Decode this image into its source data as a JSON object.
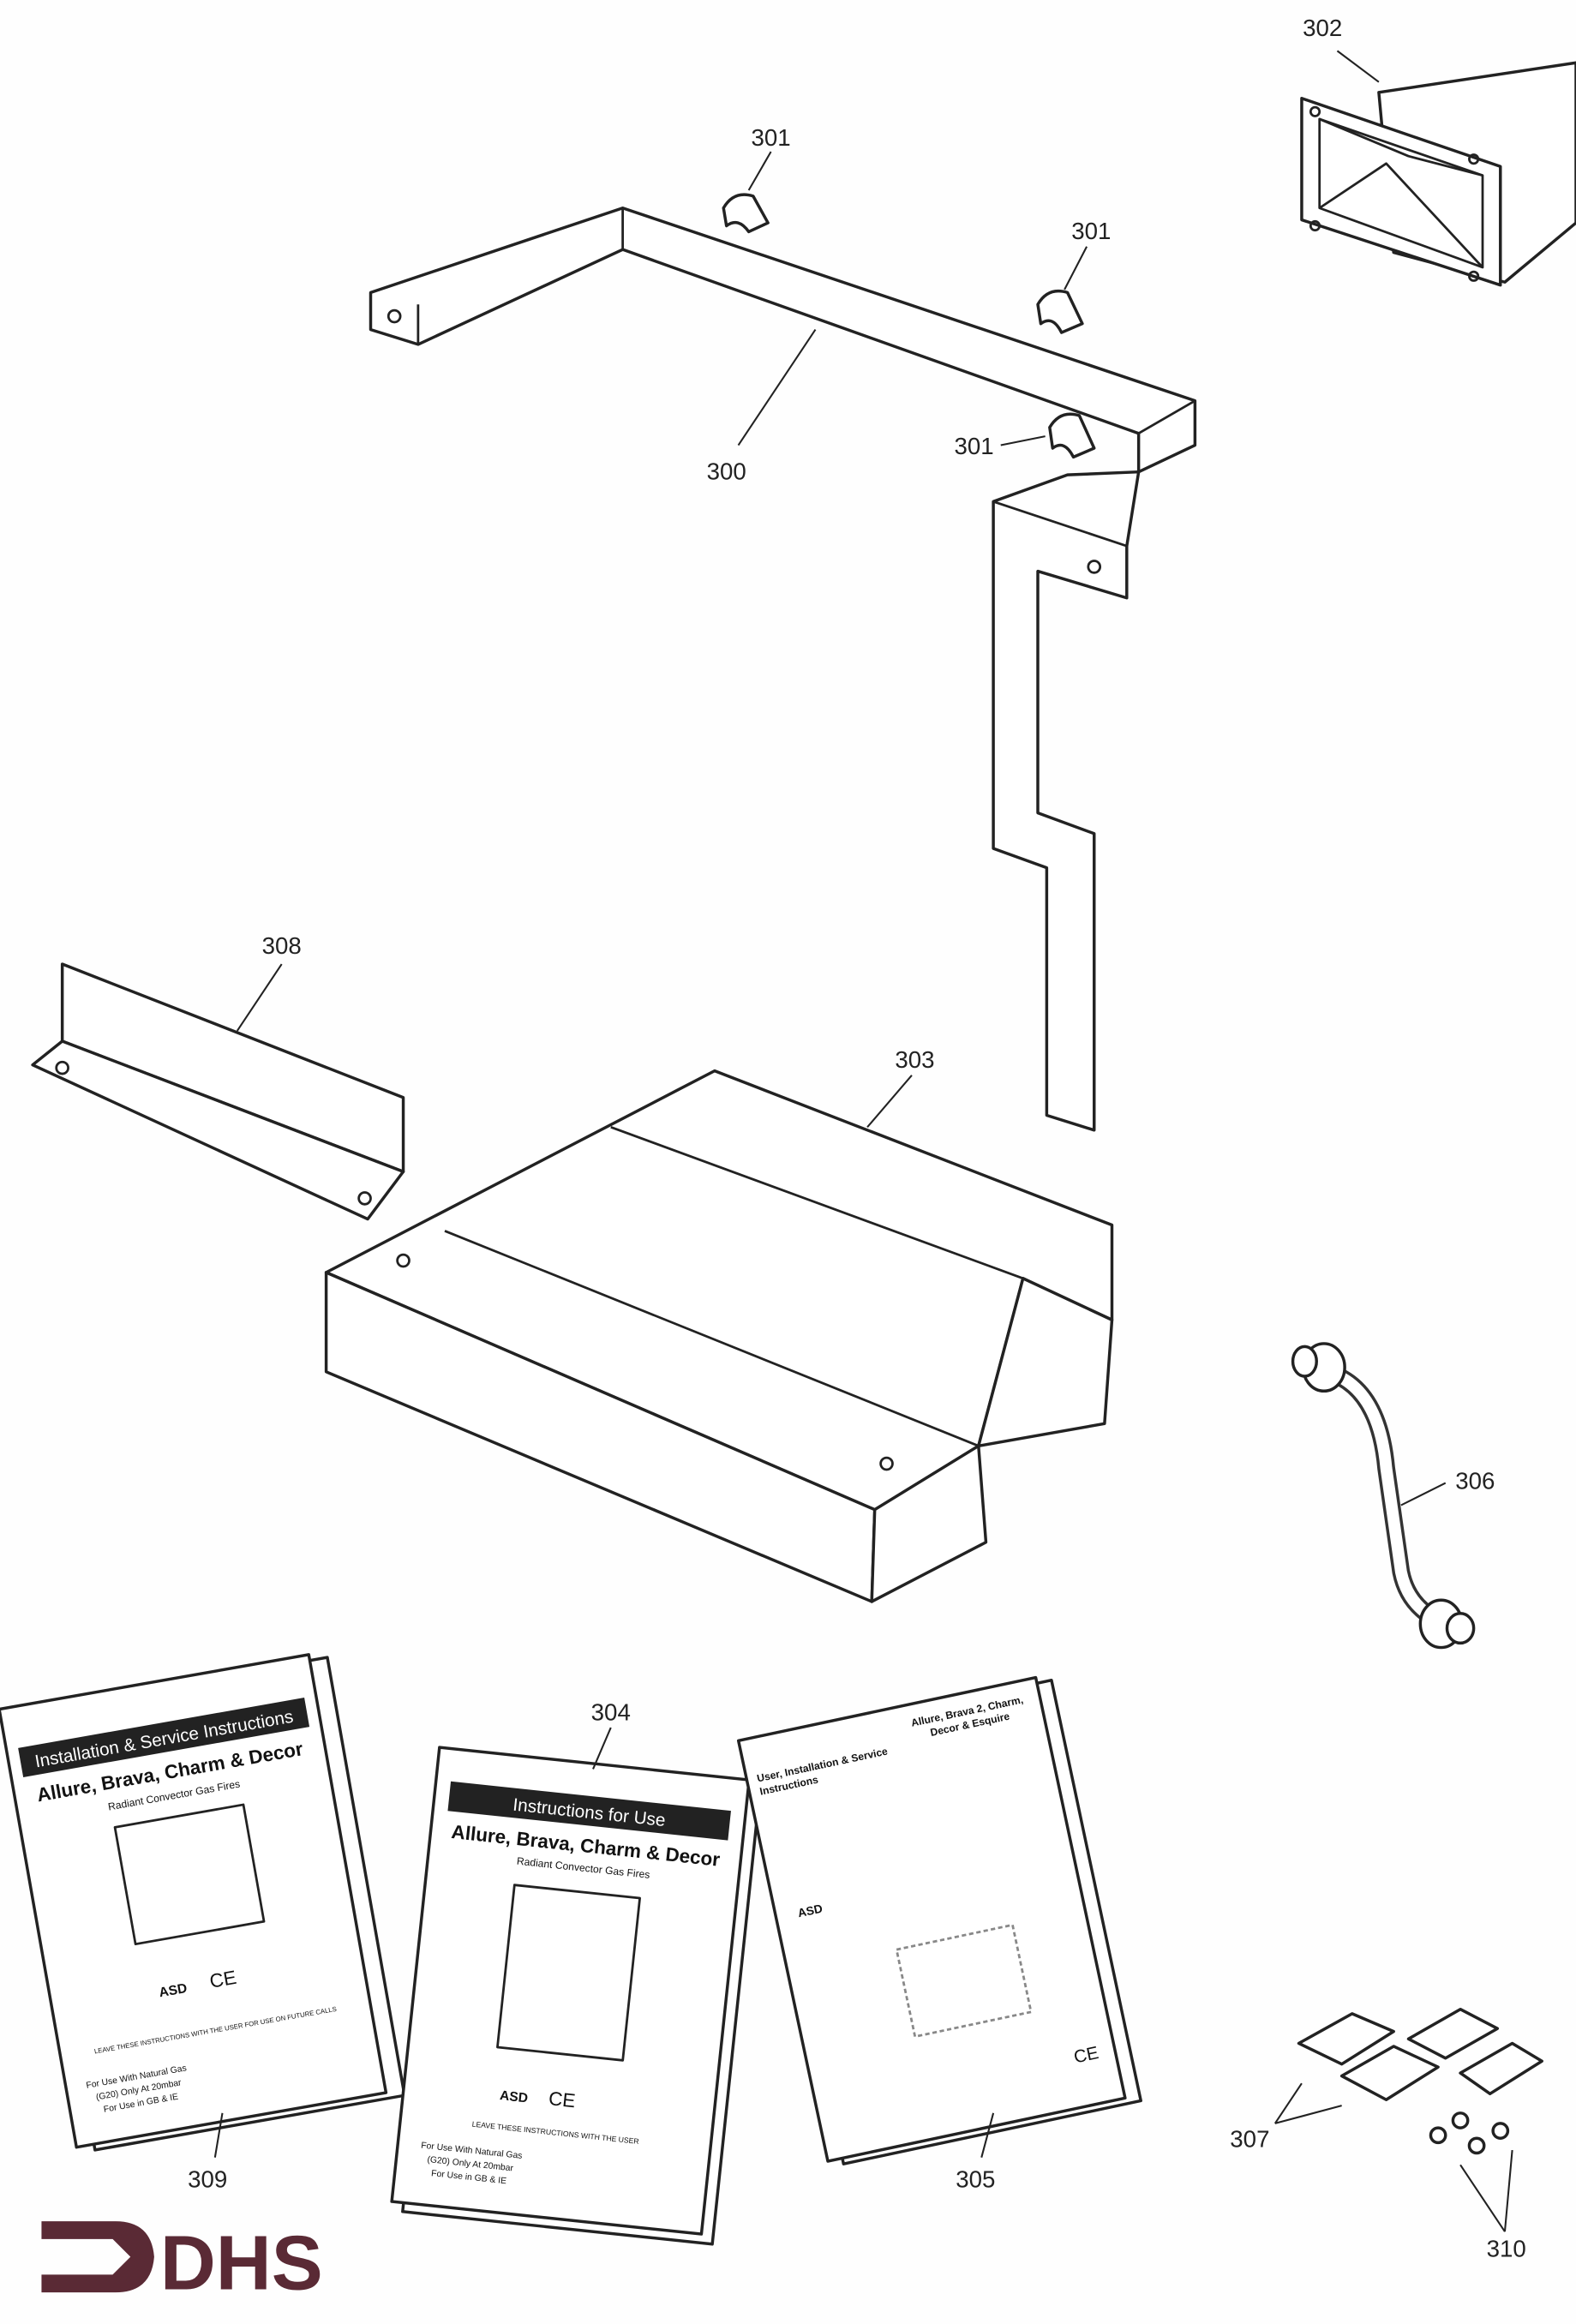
{
  "callouts": {
    "c300": "300",
    "c301a": "301",
    "c301b": "301",
    "c301c": "301",
    "c302": "302",
    "c303": "303",
    "c304": "304",
    "c305": "305",
    "c306": "306",
    "c307": "307",
    "c308": "308",
    "c309": "309",
    "c310": "310"
  },
  "manual_309": {
    "banner": "Installation & Service Instructions",
    "title": "Allure, Brava, Charm & Decor",
    "subtitle": "Radiant Convector Gas Fires",
    "leave": "LEAVE THESE INSTRUCTIONS WITH THE USER FOR USE ON FUTURE CALLS",
    "use1": "For Use With Natural Gas",
    "use2": "(G20) Only At 20mbar",
    "use3": "For Use in GB & IE",
    "asd": "ASD",
    "ce": "CE"
  },
  "manual_304": {
    "banner": "Instructions for Use",
    "title": "Allure, Brava, Charm & Decor",
    "subtitle": "Radiant Convector Gas Fires",
    "leave": "LEAVE THESE INSTRUCTIONS WITH THE USER",
    "use1": "For Use With Natural Gas",
    "use2": "(G20) Only At 20mbar",
    "use3": "For Use in GB & IE",
    "asd": "ASD",
    "ce": "CE"
  },
  "manual_305": {
    "heading1": "User, Installation & Service",
    "heading2": "Instructions",
    "title1": "Allure, Brava 2, Charm,",
    "title2": "Decor & Esquire",
    "asd": "ASD",
    "ce": "CE"
  },
  "logo": {
    "text": "DHS",
    "color": "#5a2a35"
  }
}
